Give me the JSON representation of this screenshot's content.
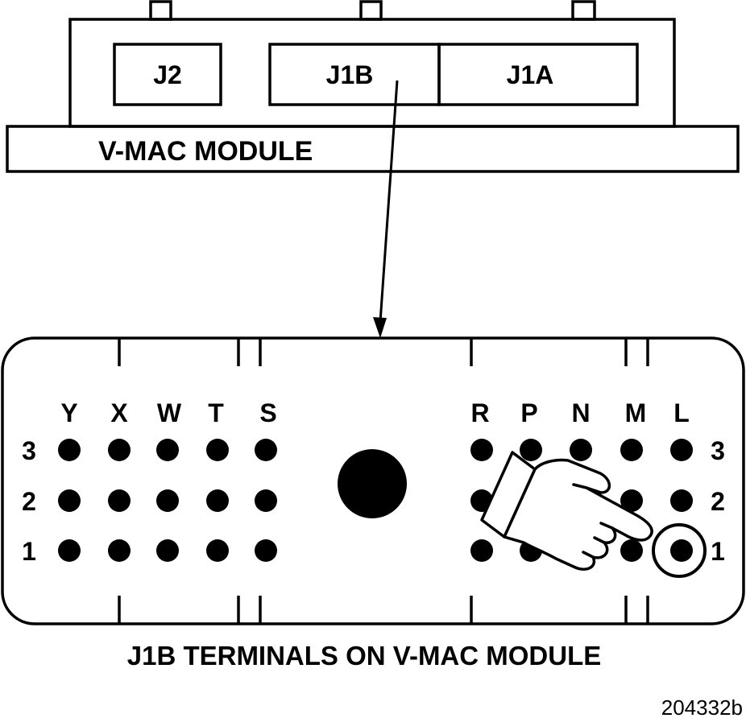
{
  "module": {
    "label": "V-MAC MODULE",
    "connectors": [
      {
        "id": "j2",
        "label": "J2"
      },
      {
        "id": "j1b",
        "label": "J1B"
      },
      {
        "id": "j1a",
        "label": "J1A"
      }
    ]
  },
  "terminal_view": {
    "left_columns": [
      "Y",
      "X",
      "W",
      "T",
      "S"
    ],
    "right_columns": [
      "R",
      "P",
      "N",
      "M",
      "L"
    ],
    "left_rows": [
      "3",
      "2",
      "1"
    ],
    "right_rows": [
      "3",
      "2",
      "1"
    ],
    "highlighted_terminal": "L1",
    "pointer_icon": "pointing-hand-icon"
  },
  "caption": "J1B TERMINALS ON V-MAC MODULE",
  "figure_number": "204332b"
}
